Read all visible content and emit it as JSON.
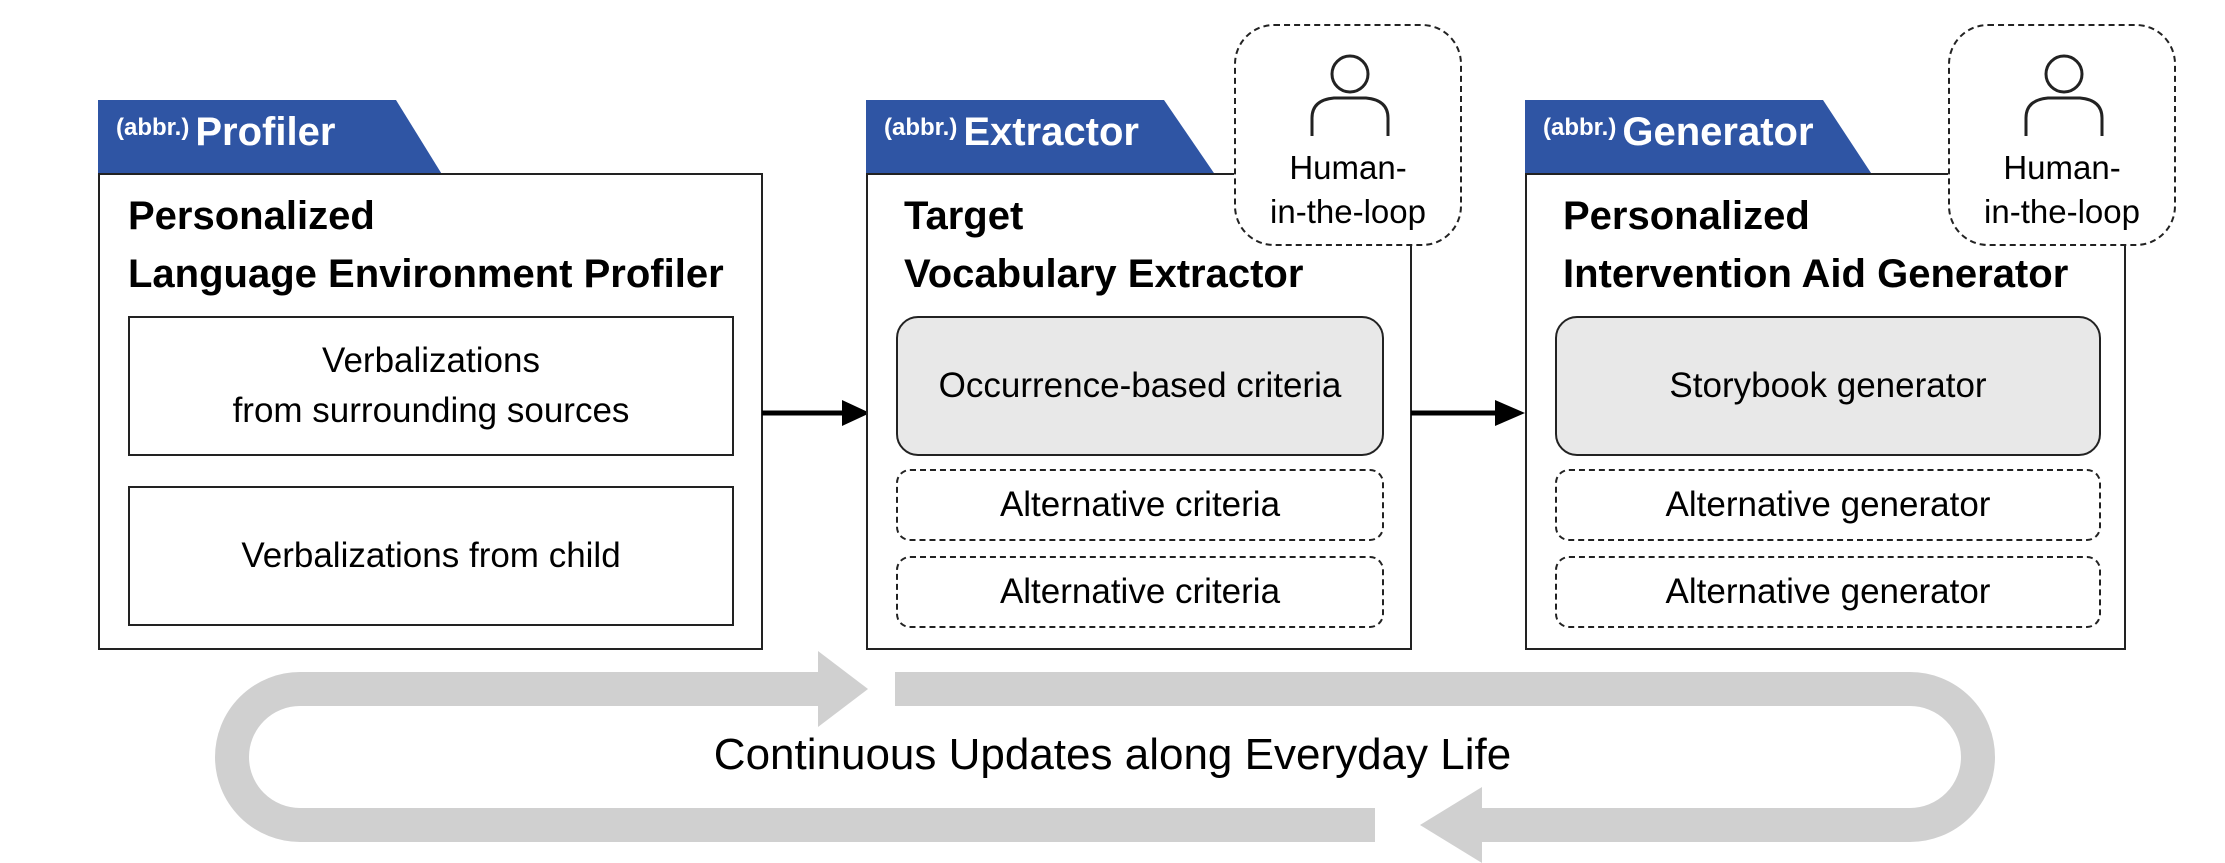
{
  "modules": [
    {
      "abbr": "(abbr.)",
      "tab_name": "Profiler",
      "title_line1": "Personalized",
      "title_line2": "Language Environment Profiler",
      "items": [
        {
          "label_line1": "Verbalizations",
          "label_line2": "from surrounding sources",
          "style": "solid"
        },
        {
          "label_line1": "Verbalizations from child",
          "label_line2": "",
          "style": "solid"
        }
      ]
    },
    {
      "abbr": "(abbr.)",
      "tab_name": "Extractor",
      "title_line1": "Target",
      "title_line2": "Vocabulary Extractor",
      "human_in_the_loop": {
        "line1": "Human-",
        "line2": "in-the-loop"
      },
      "items": [
        {
          "label_line1": "Occurrence-based criteria",
          "style": "filled"
        },
        {
          "label_line1": "Alternative criteria",
          "style": "dashed"
        },
        {
          "label_line1": "Alternative criteria",
          "style": "dashed"
        }
      ]
    },
    {
      "abbr": "(abbr.)",
      "tab_name": "Generator",
      "title_line1": "Personalized",
      "title_line2": "Intervention Aid Generator",
      "human_in_the_loop": {
        "line1": "Human-",
        "line2": "in-the-loop"
      },
      "items": [
        {
          "label_line1": "Storybook generator",
          "style": "filled"
        },
        {
          "label_line1": "Alternative generator",
          "style": "dashed"
        },
        {
          "label_line1": "Alternative generator",
          "style": "dashed"
        }
      ]
    }
  ],
  "loop_label": "Continuous Updates along Everyday Life",
  "colors": {
    "tab_blue": "#2f55a4",
    "filled_box": "#e8e8e8",
    "loop_gray": "#d0d0d0",
    "border": "#222222"
  },
  "icons": [
    "person-icon",
    "arrow-right-icon",
    "loop-arrow-icon"
  ]
}
